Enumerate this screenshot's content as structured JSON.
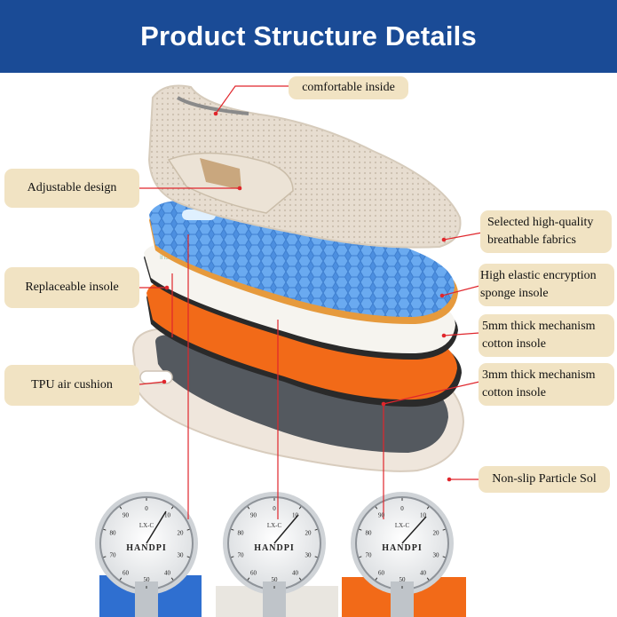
{
  "header": {
    "title": "Product Structure Details"
  },
  "labels": {
    "comfortable_inside": "comfortable inside",
    "adjustable_design": "Adjustable design",
    "replaceable_insole": "Replaceable insole",
    "tpu_air_cushion": "TPU air cushion",
    "fabrics_line1": "Selected high-quality",
    "fabrics_line2": "breathable fabrics",
    "sponge_line1": "High elastic encryption",
    "sponge_line2": "sponge insole",
    "cotton5_line1": "5mm thick mechanism",
    "cotton5_line2": "cotton insole",
    "cotton3_line1": "3mm thick mechanism",
    "cotton3_line2": "cotton insole",
    "sole": "Non-slip Particle Sol"
  },
  "gauges": {
    "brand": "HANDPI",
    "model": "LX-C",
    "scale": [
      "0",
      "10",
      "20",
      "30",
      "40",
      "50",
      "60",
      "70",
      "80",
      "90"
    ]
  },
  "colors": {
    "banner": "#1a4b96",
    "label_bg": "#f1e3c3",
    "leader_line": "#e0262c",
    "insole_blue": "#4c8fe0",
    "insole_orange": "#f26a18",
    "sole_gray": "#54595f"
  }
}
